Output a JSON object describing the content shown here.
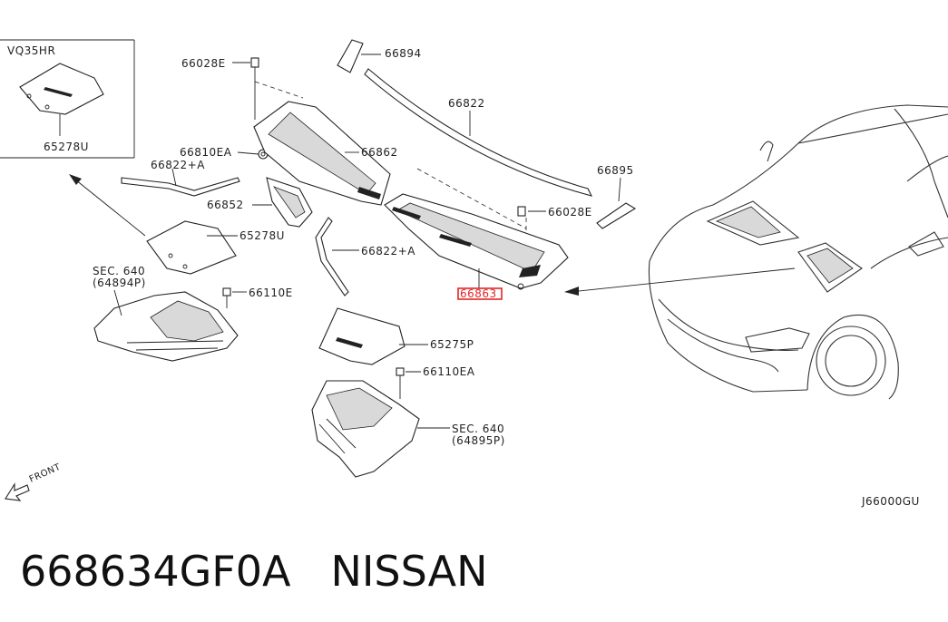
{
  "inset_model": "VQ35HR",
  "parts": {
    "p_66894": "66894",
    "p_66822": "66822",
    "p_66028E_top": "66028E",
    "p_66810EA": "66810EA",
    "p_66862": "66862",
    "p_66822A_left": "66822+A",
    "p_66852": "66852",
    "p_65278U_inset": "65278U",
    "p_65278U": "65278U",
    "p_66895": "66895",
    "p_66028E_right": "66028E",
    "p_66822A_mid": "66822+A",
    "p_66863": "66863",
    "p_66110E": "66110E",
    "p_65275P": "65275P",
    "p_66110EA": "66110EA"
  },
  "sections": {
    "left": {
      "sec": "SEC. 640",
      "ref": "(64894P)"
    },
    "right": {
      "sec": "SEC. 640",
      "ref": "(64895P)"
    }
  },
  "front_label": "FRONT",
  "diagram_code": "J66000GU",
  "caption": {
    "part_number": "668634GF0A",
    "brand": "NISSAN"
  },
  "highlight_color": "#e32626"
}
